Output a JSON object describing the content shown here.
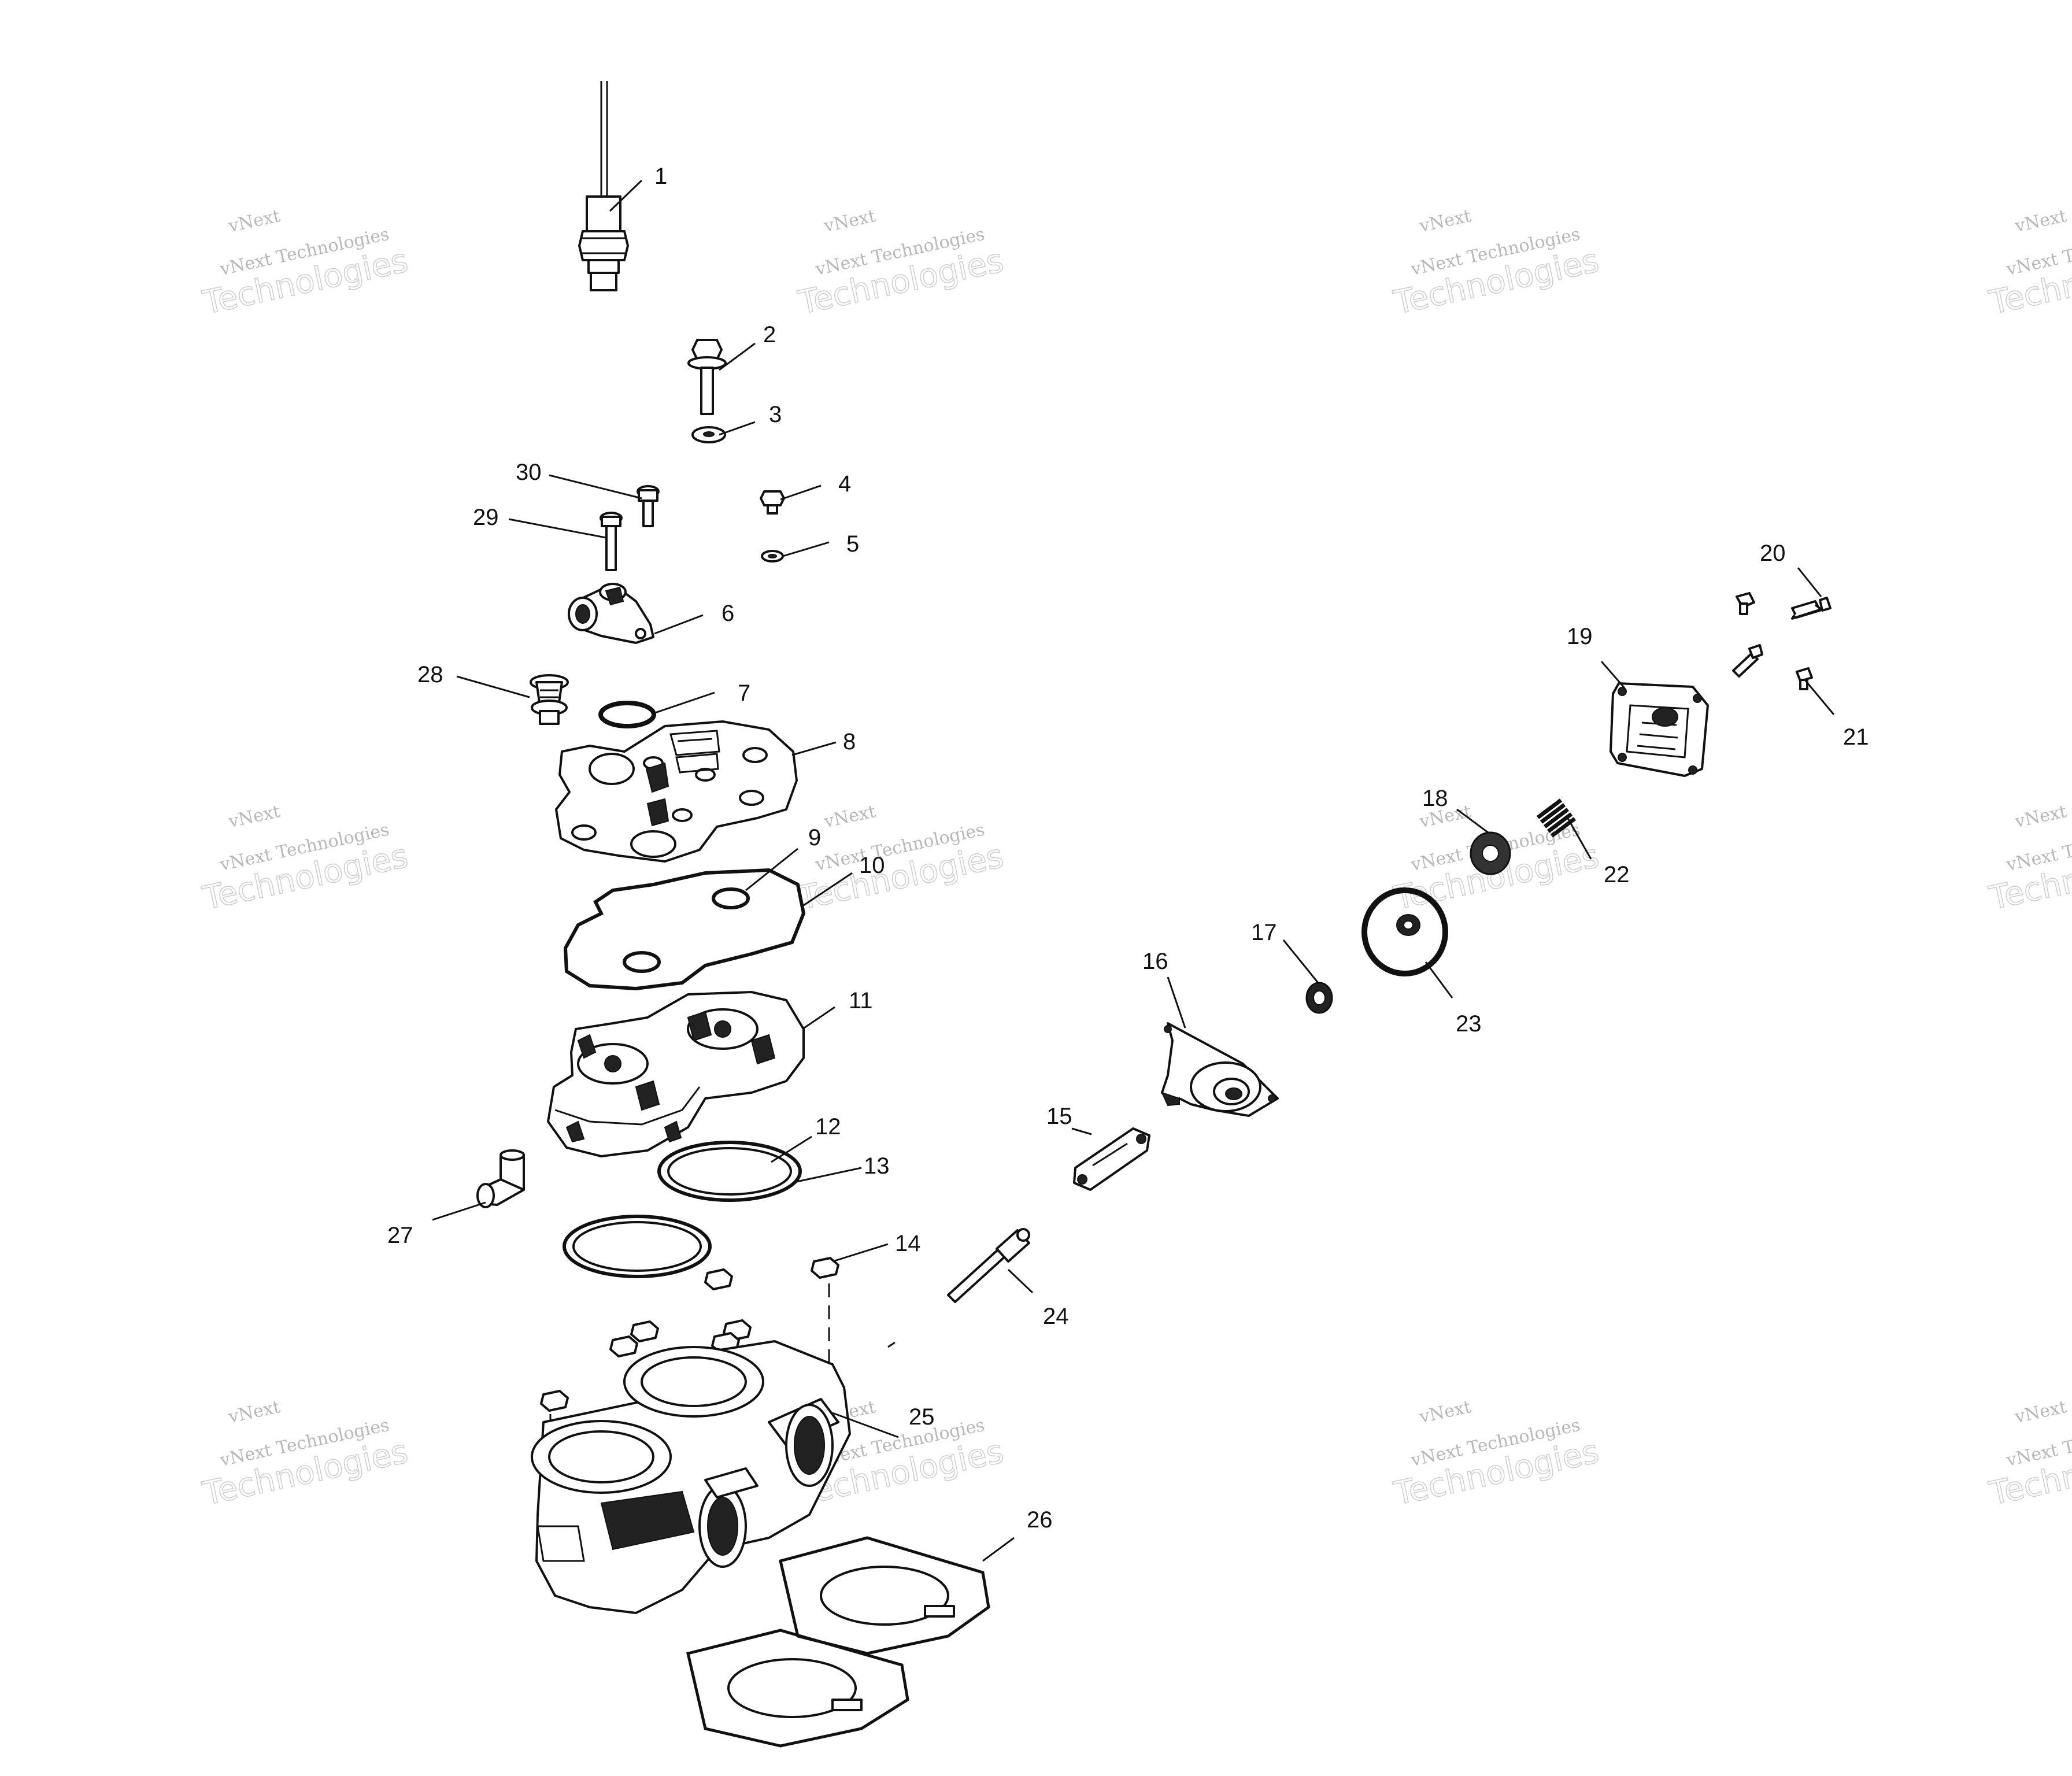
{
  "watermark": {
    "brand": "vNext",
    "line1": "vNext Technologies",
    "line2": "Technologies"
  },
  "callouts": [
    "1",
    "2",
    "3",
    "4",
    "5",
    "6",
    "7",
    "8",
    "9",
    "10",
    "11",
    "12",
    "13",
    "14",
    "15",
    "16",
    "17",
    "18",
    "19",
    "20",
    "21",
    "22",
    "23",
    "24",
    "25",
    "26",
    "27",
    "28",
    "29",
    "30"
  ]
}
